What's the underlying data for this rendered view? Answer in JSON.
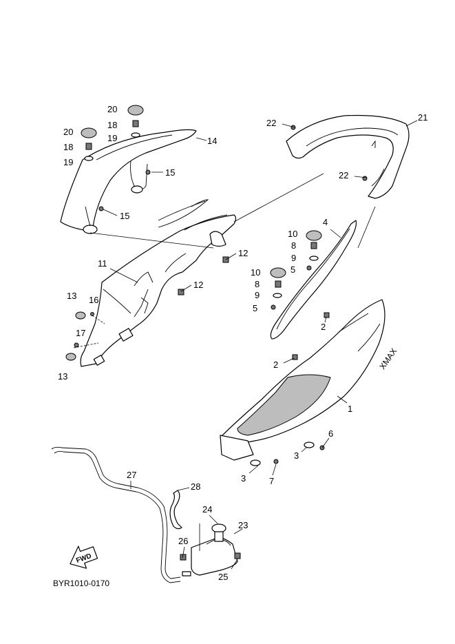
{
  "diagram": {
    "code": "BYR1010-0170",
    "fwd_arrow_text": "FWD",
    "labels": {
      "c1": "1",
      "c2a": "2",
      "c2b": "2",
      "c3a": "3",
      "c3b": "3",
      "c4": "4",
      "c5a": "5",
      "c5b": "5",
      "c6": "6",
      "c7": "7",
      "c8a": "8",
      "c8b": "8",
      "c9a": "9",
      "c9b": "9",
      "c10a": "10",
      "c10b": "10",
      "c11": "11",
      "c12a": "12",
      "c12b": "12",
      "c13a": "13",
      "c13b": "13",
      "c14": "14",
      "c15a": "15",
      "c15b": "15",
      "c16": "16",
      "c17": "17",
      "c18a": "18",
      "c18b": "18",
      "c19a": "19",
      "c19b": "19",
      "c20a": "20",
      "c20b": "20",
      "c21": "21",
      "c22a": "22",
      "c22b": "22",
      "c23": "23",
      "c24": "24",
      "c25": "25",
      "c26": "26",
      "c27": "27",
      "c28": "28"
    }
  }
}
